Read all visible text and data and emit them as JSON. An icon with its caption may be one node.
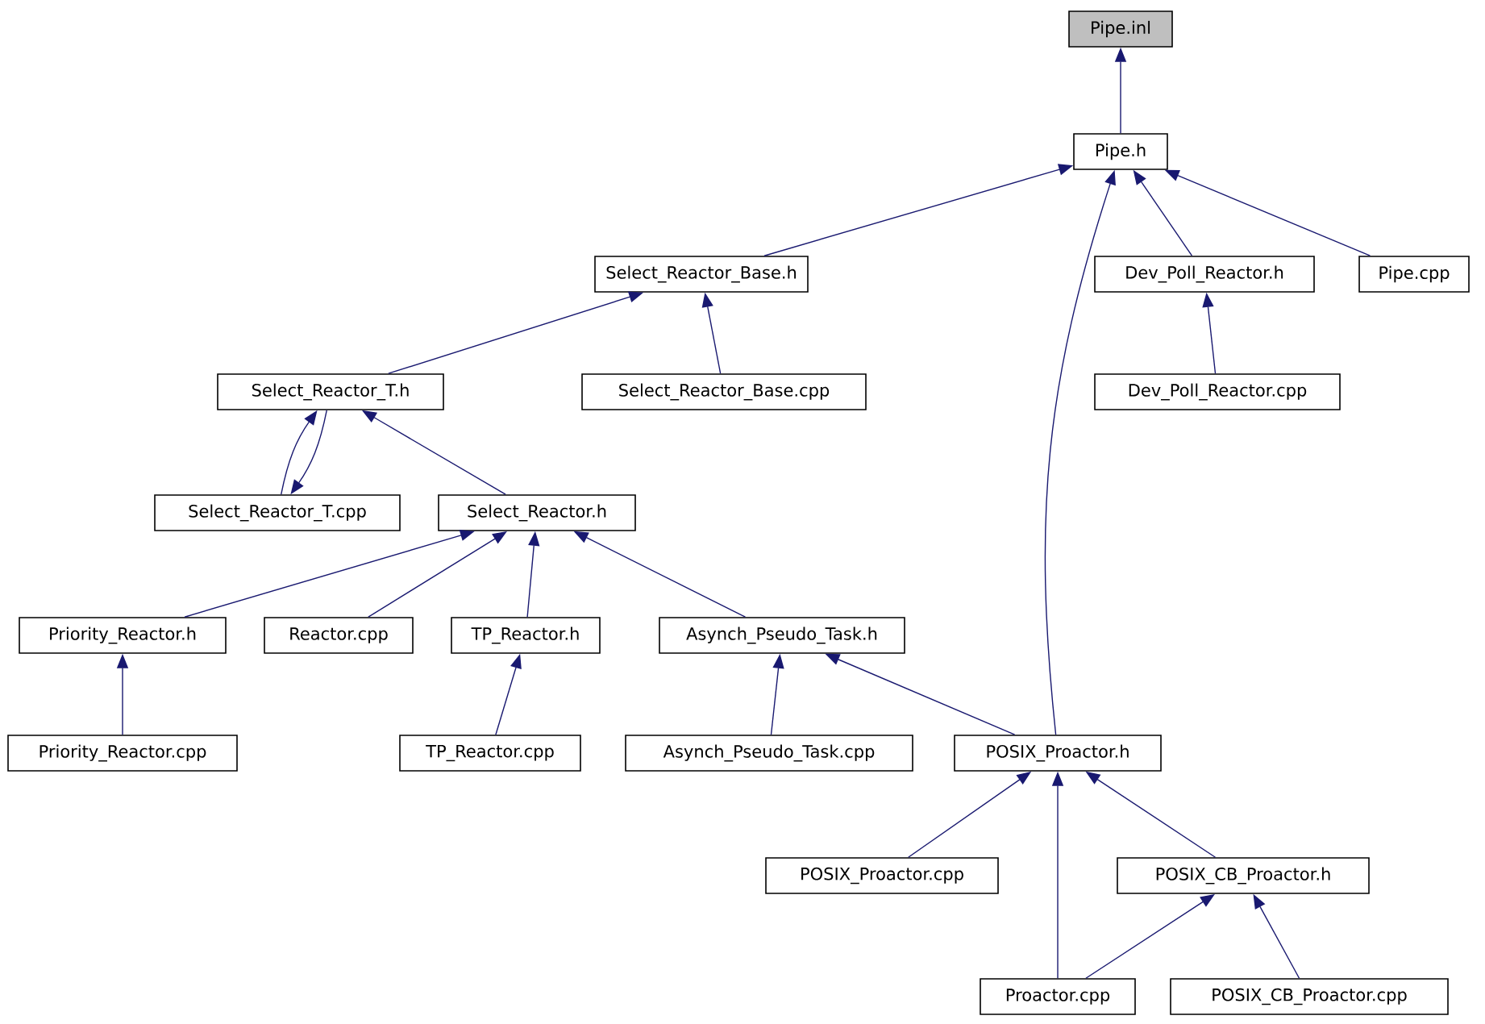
{
  "diagram": {
    "nodes": [
      {
        "text": [
          "Pipe.inl"
        ]
      },
      {
        "text": [
          "Pipe.h"
        ]
      },
      {
        "text": [
          "Select_Reactor_Base.h"
        ]
      },
      {
        "text": [
          "Dev_Poll_Reactor.h"
        ]
      },
      {
        "text": [
          "Pipe.cpp"
        ]
      },
      {
        "text": [
          "Select_Reactor_T.h"
        ]
      },
      {
        "text": [
          "Select_Reactor_Base.cpp"
        ]
      },
      {
        "text": [
          "Dev_Poll_Reactor.cpp"
        ]
      },
      {
        "text": [
          "Select_Reactor_T.cpp"
        ]
      },
      {
        "text": [
          "Select_Reactor.h"
        ]
      },
      {
        "text": [
          "Priority_Reactor.h"
        ]
      },
      {
        "text": [
          "Reactor.cpp"
        ]
      },
      {
        "text": [
          "TP_Reactor.h"
        ]
      },
      {
        "text": [
          "Asynch_Pseudo_Task.h"
        ]
      },
      {
        "text": [
          "Priority_Reactor.cpp"
        ]
      },
      {
        "text": [
          "TP_Reactor.cpp"
        ]
      },
      {
        "text": [
          "Asynch_Pseudo_Task.cpp"
        ]
      },
      {
        "text": [
          "POSIX_Proactor.h"
        ]
      },
      {
        "text": [
          "POSIX_Proactor.cpp"
        ]
      },
      {
        "text": [
          "POSIX_CB_Proactor.h"
        ]
      },
      {
        "text": [
          "Proactor.cpp"
        ]
      },
      {
        "text": [
          "POSIX_CB_Proactor.cpp"
        ]
      }
    ],
    "edges": [
      {
        "from": 1,
        "to": 0,
        "arrow": "to"
      },
      {
        "from": 2,
        "to": 1,
        "arrow": "to"
      },
      {
        "from": 3,
        "to": 1,
        "arrow": "to"
      },
      {
        "from": 4,
        "to": 1,
        "arrow": "to"
      },
      {
        "from": 17,
        "to": 1,
        "arrow": "to"
      },
      {
        "from": 5,
        "to": 2,
        "arrow": "to"
      },
      {
        "from": 6,
        "to": 2,
        "arrow": "to"
      },
      {
        "from": 7,
        "to": 3,
        "arrow": "to"
      },
      {
        "from": 8,
        "to": 5,
        "arrow": "to"
      },
      {
        "from": 5,
        "to": 8,
        "arrow": "to"
      },
      {
        "from": 9,
        "to": 5,
        "arrow": "to"
      },
      {
        "from": 10,
        "to": 9,
        "arrow": "to"
      },
      {
        "from": 11,
        "to": 9,
        "arrow": "to"
      },
      {
        "from": 12,
        "to": 9,
        "arrow": "to"
      },
      {
        "from": 13,
        "to": 9,
        "arrow": "to"
      },
      {
        "from": 14,
        "to": 10,
        "arrow": "to"
      },
      {
        "from": 15,
        "to": 12,
        "arrow": "to"
      },
      {
        "from": 16,
        "to": 13,
        "arrow": "to"
      },
      {
        "from": 17,
        "to": 13,
        "arrow": "to"
      },
      {
        "from": 18,
        "to": 17,
        "arrow": "to"
      },
      {
        "from": 20,
        "to": 17,
        "arrow": "to"
      },
      {
        "from": 19,
        "to": 17,
        "arrow": "to"
      },
      {
        "from": 20,
        "to": 19,
        "arrow": "to"
      },
      {
        "from": 21,
        "to": 19,
        "arrow": "to"
      }
    ]
  }
}
